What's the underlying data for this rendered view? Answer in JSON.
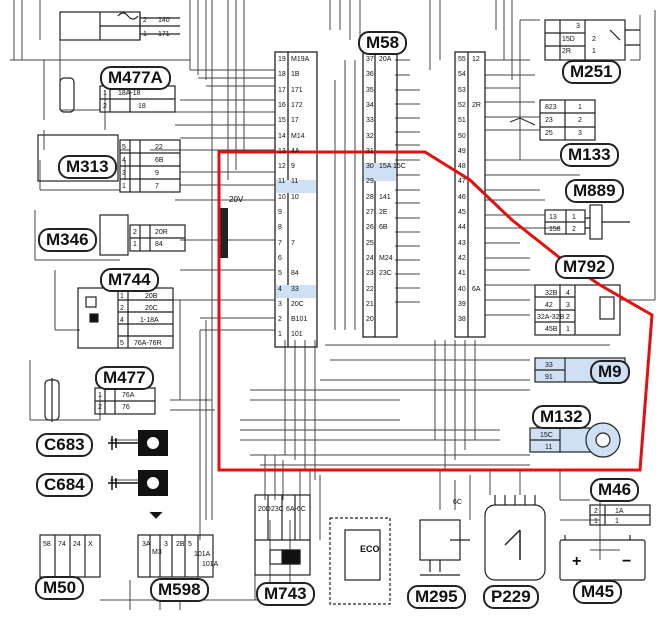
{
  "connectors": {
    "m58": "M58",
    "m251": "M251",
    "m477a": "M477A",
    "m133": "M133",
    "m313": "M313",
    "m889": "M889",
    "m346": "M346",
    "m792": "M792",
    "m744": "M744",
    "m9": "M9",
    "m477": "M477",
    "m132": "M132",
    "c683": "C683",
    "c684": "C684",
    "m46": "M46",
    "m50": "M50",
    "m598": "M598",
    "m743": "M743",
    "m295": "M295",
    "p229": "P229",
    "m45": "M45"
  },
  "wires": {
    "top_left": {
      "pins": [
        "2",
        "1"
      ],
      "codes": [
        "140",
        "171"
      ]
    },
    "m477a": {
      "pins": [
        "1",
        "2"
      ],
      "codes": [
        "18A-18",
        "18"
      ]
    },
    "m313": {
      "pins": [
        "5",
        "4",
        "3",
        "1"
      ],
      "codes": [
        "22",
        "6B",
        "9",
        "7"
      ]
    },
    "m346": {
      "pins": [
        "2",
        "1"
      ],
      "codes": [
        "20R",
        "84"
      ]
    },
    "m744": {
      "pins": [
        "1",
        "2",
        "4",
        "5"
      ],
      "codes": [
        "20B",
        "20C",
        "1-18A",
        "76A-76R"
      ]
    },
    "m477": {
      "pins": [
        "1",
        "2"
      ],
      "codes": [
        "76A",
        "76"
      ]
    },
    "m251": {
      "pins": [
        "3",
        "2",
        "1"
      ],
      "codes": [
        "15D",
        "2R",
        "1"
      ]
    },
    "m133": {
      "pins": [
        "1",
        "2",
        "3"
      ],
      "codes": [
        "823",
        "23",
        "25"
      ]
    },
    "m889": {
      "pins": [
        "13",
        "158"
      ],
      "codes": [
        "1",
        "2"
      ]
    },
    "m792": {
      "codes": [
        "32B",
        "42",
        "32A-32B",
        "45B"
      ],
      "pins": [
        "4",
        "3",
        "2",
        "1"
      ]
    },
    "m9": {
      "codes": [
        "33",
        "91"
      ]
    },
    "m132": {
      "codes": [
        "15C",
        "11"
      ]
    },
    "m46": {
      "pins": [
        "2",
        "1"
      ],
      "codes": [
        "1A",
        "1"
      ]
    },
    "m598": {
      "codes": [
        "3A",
        "M3",
        "3",
        "2B",
        "5",
        "101A",
        "101A"
      ]
    },
    "m743": {
      "codes": [
        "20D",
        "23C",
        "6A-6C"
      ]
    },
    "m295": {
      "codes": [
        "6C"
      ]
    },
    "m45": {
      "signs": [
        "+",
        "−"
      ]
    }
  },
  "m58_columns": {
    "col1_pins": [
      "19",
      "18",
      "17",
      "16",
      "15",
      "14",
      "13",
      "12",
      "11",
      "10",
      "9",
      "8",
      "7",
      "6",
      "5",
      "4",
      "3",
      "2",
      "1"
    ],
    "col1_codes": [
      "M19A",
      "1B",
      "171",
      "172",
      "17",
      "M14",
      "4A",
      "9",
      "11",
      "10",
      "",
      "",
      "7",
      "",
      "84",
      "33",
      "20C",
      "B101",
      "101"
    ],
    "col2_pins": [
      "37",
      "36",
      "35",
      "34",
      "33",
      "32",
      "31",
      "30",
      "29",
      "28",
      "27",
      "26",
      "25",
      "24",
      "23",
      "22",
      "21",
      "20"
    ],
    "col2_codes": [
      "20A",
      "",
      "",
      "",
      "",
      "",
      "",
      "15A 15C",
      "",
      "141",
      "2E",
      "6B",
      "",
      "M24",
      "23C",
      "",
      "",
      ""
    ],
    "col3_pins": [
      "55",
      "54",
      "53",
      "52",
      "51",
      "50",
      "49",
      "48",
      "47",
      "46",
      "45",
      "44",
      "43",
      "42",
      "41",
      "40",
      "39",
      "38"
    ],
    "col3_codes": [
      "12",
      "",
      "",
      "2R",
      "",
      "",
      "",
      "",
      "",
      "",
      "",
      "",
      "",
      "",
      "",
      "6A",
      "",
      ""
    ]
  },
  "misc": {
    "v20": "20V",
    "eco": "ECO",
    "m50_codes": [
      "58",
      "74",
      "24",
      "X"
    ]
  },
  "colors": {
    "highlight": "#e11111",
    "pin_blue": "#cfe0f5"
  }
}
